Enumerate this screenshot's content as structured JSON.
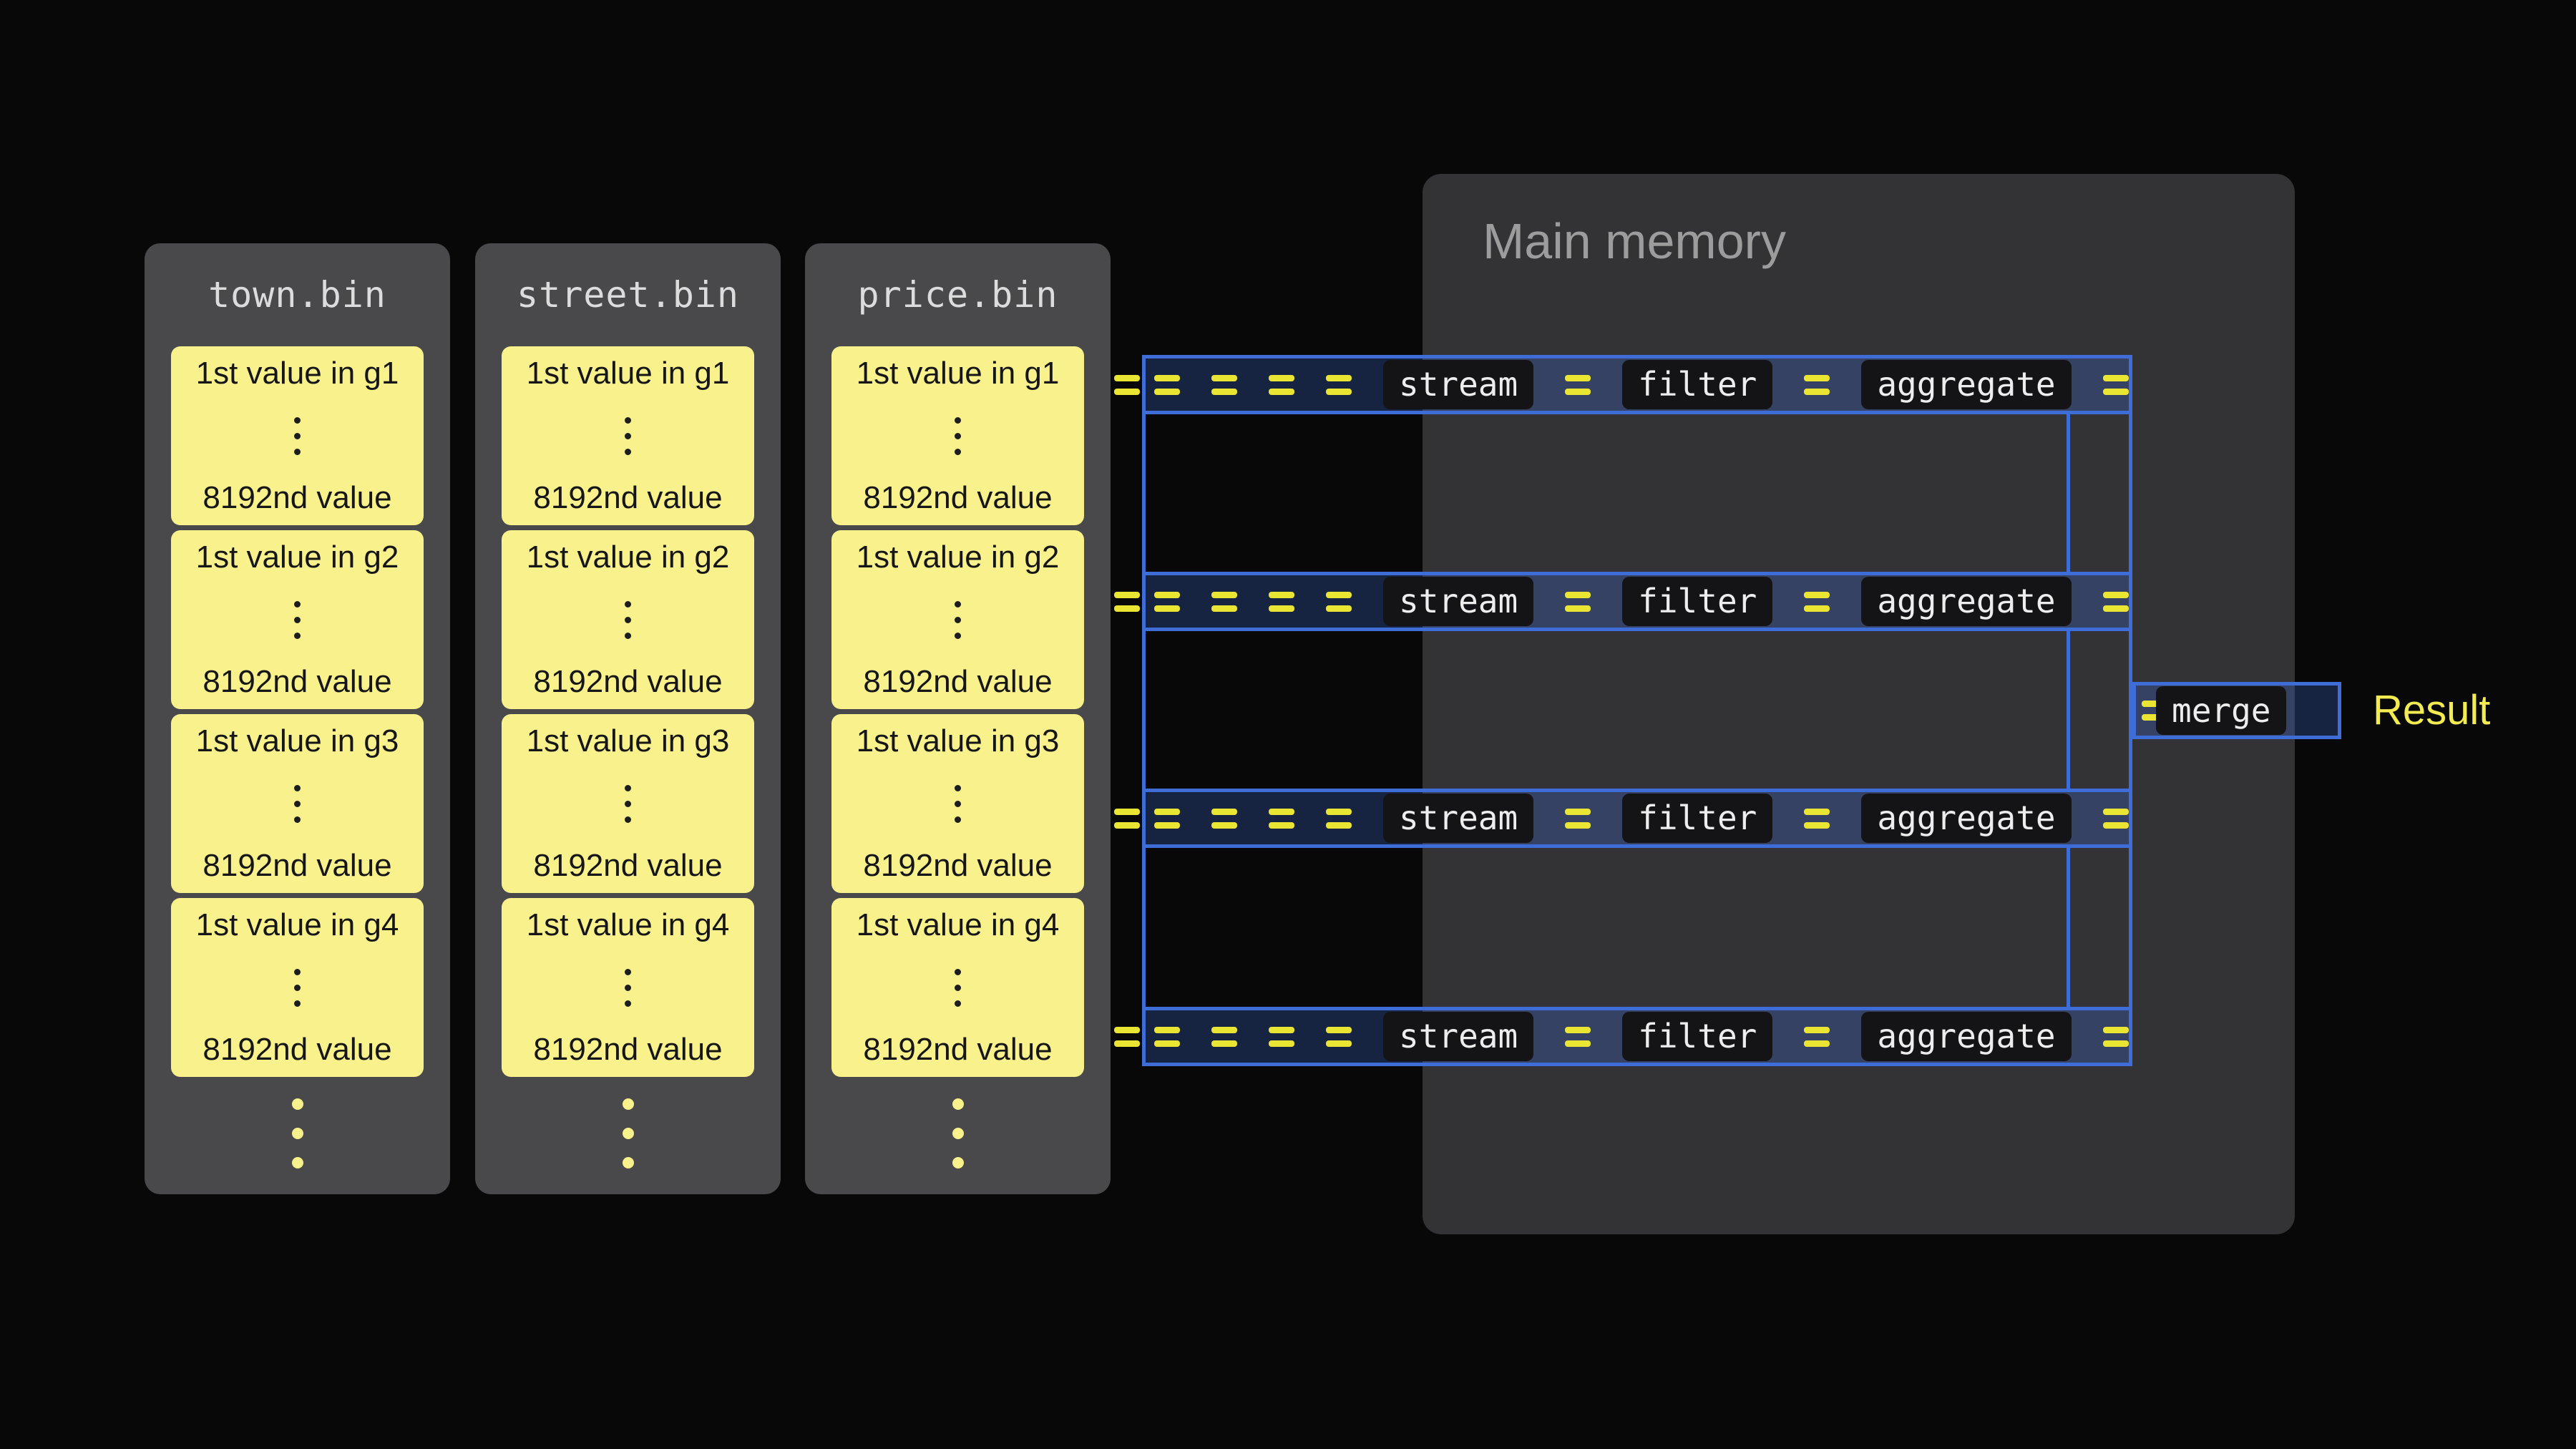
{
  "files": [
    {
      "name": "town.bin",
      "blocks": [
        {
          "top": "1st value in g1",
          "bottom": "8192nd value"
        },
        {
          "top": "1st value in g2",
          "bottom": "8192nd value"
        },
        {
          "top": "1st value in g3",
          "bottom": "8192nd value"
        },
        {
          "top": "1st value in g4",
          "bottom": "8192nd value"
        }
      ]
    },
    {
      "name": "street.bin",
      "blocks": [
        {
          "top": "1st value in g1",
          "bottom": "8192nd value"
        },
        {
          "top": "1st value in g2",
          "bottom": "8192nd value"
        },
        {
          "top": "1st value in g3",
          "bottom": "8192nd value"
        },
        {
          "top": "1st value in g4",
          "bottom": "8192nd value"
        }
      ]
    },
    {
      "name": "price.bin",
      "blocks": [
        {
          "top": "1st value in g1",
          "bottom": "8192nd value"
        },
        {
          "top": "1st value in g2",
          "bottom": "8192nd value"
        },
        {
          "top": "1st value in g3",
          "bottom": "8192nd value"
        },
        {
          "top": "1st value in g4",
          "bottom": "8192nd value"
        }
      ]
    }
  ],
  "memory": {
    "title": "Main memory"
  },
  "lanes": [
    {
      "stages": [
        "stream",
        "filter",
        "aggregate"
      ]
    },
    {
      "stages": [
        "stream",
        "filter",
        "aggregate"
      ]
    },
    {
      "stages": [
        "stream",
        "filter",
        "aggregate"
      ]
    },
    {
      "stages": [
        "stream",
        "filter",
        "aggregate"
      ]
    }
  ],
  "merge": {
    "label": "merge"
  },
  "result": {
    "label": "Result"
  },
  "colors": {
    "background": "#080808",
    "file_panel_gray": "#49494b",
    "memory_panel_gray": "#333336",
    "granule_yellow": "#f8f18c",
    "flow_yellow": "#eae432",
    "pipeline_blue": "#3e6dd8",
    "badge_dark": "#141416"
  }
}
